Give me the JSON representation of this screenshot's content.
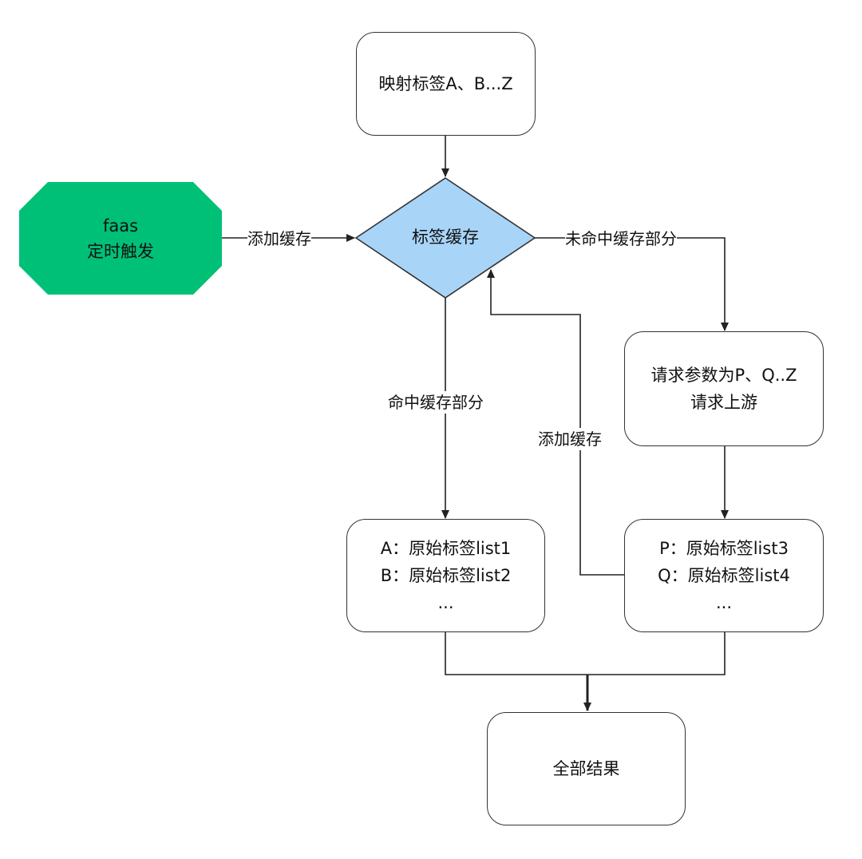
{
  "nodes": {
    "mapping": {
      "text": "映射标签A、B...Z"
    },
    "faas": {
      "line1": "faas",
      "line2": "定时触发"
    },
    "cache": {
      "text": "标签缓存"
    },
    "request": {
      "line1": "请求参数为P、Q..Z",
      "line2": "请求上游"
    },
    "hit_result": {
      "line1": "A：原始标签list1",
      "line2": "B：原始标签list2",
      "line3": "..."
    },
    "upstream_result": {
      "line1": "P：原始标签list3",
      "line2": "Q：原始标签list4",
      "line3": "..."
    },
    "final": {
      "text": "全部结果"
    }
  },
  "edges": {
    "faas_to_cache": "添加缓存",
    "cache_miss": "未命中缓存部分",
    "cache_hit": "命中缓存部分",
    "upstream_to_cache": "添加缓存"
  },
  "colors": {
    "faas_fill": "#00c077",
    "diamond_fill": "#a8d4f8",
    "stroke": "#222222"
  }
}
